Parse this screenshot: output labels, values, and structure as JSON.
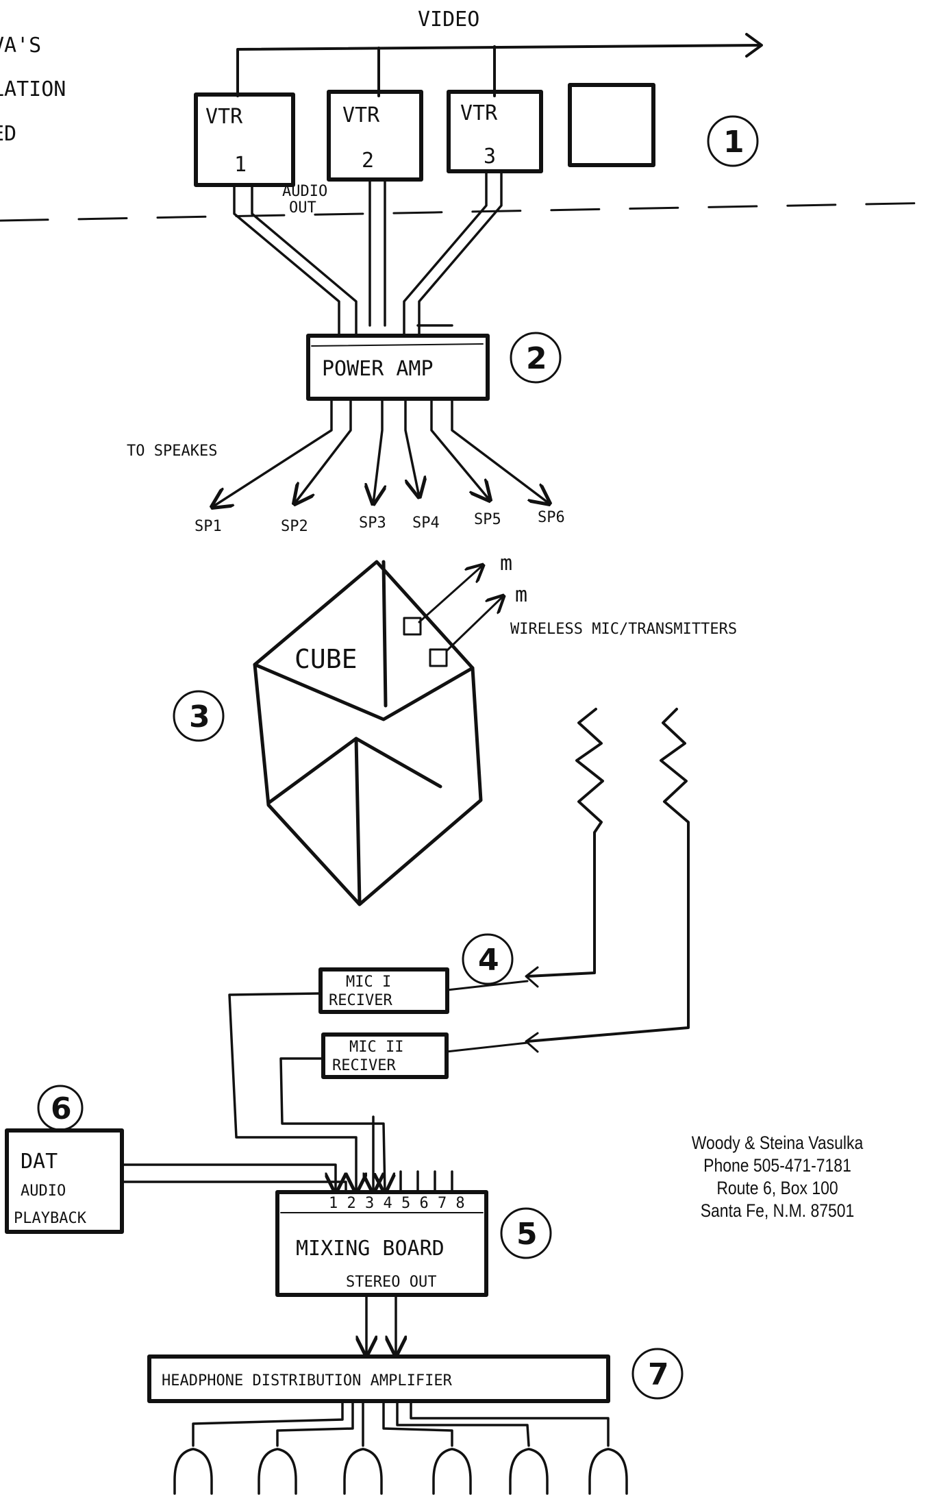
{
  "corner_notes": [
    "VA'S",
    "LATION",
    "ED"
  ],
  "video_label": "VIDEO",
  "vtrs": [
    {
      "name": "VTR",
      "number": "1"
    },
    {
      "name": "VTR",
      "number": "2"
    },
    {
      "name": "VTR",
      "number": "3"
    }
  ],
  "audio_out_label": [
    "AUDIO",
    "OUT"
  ],
  "power_amp": "POWER AMP",
  "speakers_caption": "TO SPEAKES",
  "speakers": [
    "SP1",
    "SP2",
    "SP3",
    "SP4",
    "SP5",
    "SP6"
  ],
  "cube_label": "CUBE",
  "mic_symbol": "m",
  "wireless_label": "WIRELESS MIC/TRANSMITTERS",
  "mic_receivers": [
    {
      "line1": "MIC I",
      "line2": "RECIVER"
    },
    {
      "line1": "MIC II",
      "line2": "RECIVER"
    }
  ],
  "dat": [
    "DAT",
    "AUDIO",
    "PLAYBACK"
  ],
  "mixing_board": {
    "title": "MIXING BOARD",
    "inputs": "1 2 3 4 5 6 7 8",
    "output": "STEREO OUT"
  },
  "headphone_amp": "HEADPHONE DISTRIBUTION AMPLIFIER",
  "step_numbers": [
    "1",
    "2",
    "3",
    "4",
    "5",
    "6",
    "7"
  ],
  "contact": [
    "Woody & Steina Vasulka",
    "Phone 505-471-7181",
    "Route 6, Box 100",
    "Santa Fe, N.M. 87501"
  ]
}
